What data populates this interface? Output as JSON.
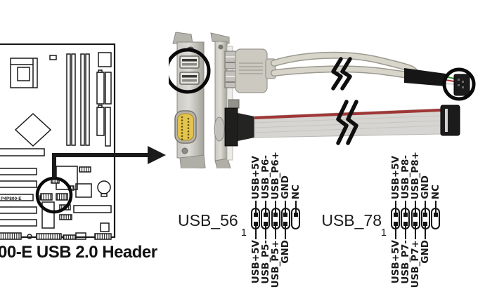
{
  "caption": "00-E USB 2.0 Header",
  "board": {
    "label": "P4P800-E"
  },
  "headers": {
    "usb56": {
      "name": "USB_56",
      "pin1": "1",
      "top_labels": [
        "USB+5V",
        "USB_P6-",
        "USB_P6+",
        "GND",
        "NC"
      ],
      "bottom_labels": [
        "USB+5V",
        "USB_P5-",
        "USB_P5+",
        "GND"
      ]
    },
    "usb78": {
      "name": "USB_78",
      "pin1": "1",
      "top_labels": [
        "USB+5V",
        "USB_P8-",
        "USB_P8+",
        "GND",
        "NC"
      ],
      "bottom_labels": [
        "USB+5V",
        "USB_P7-",
        "USB_P7+",
        "GND"
      ]
    }
  },
  "colors": {
    "annotation_black": "#0a0a0a",
    "line_art": "#1a1a1a",
    "bracket_metal": "#b6b5ad",
    "gameport_yellow": "#e3c44c",
    "cable_beige": "#d8d5ca",
    "ribbon_gray": "#d6d5d2",
    "ribbon_stripe_red": "#a03636",
    "connector_black": "#1b1b1b"
  }
}
